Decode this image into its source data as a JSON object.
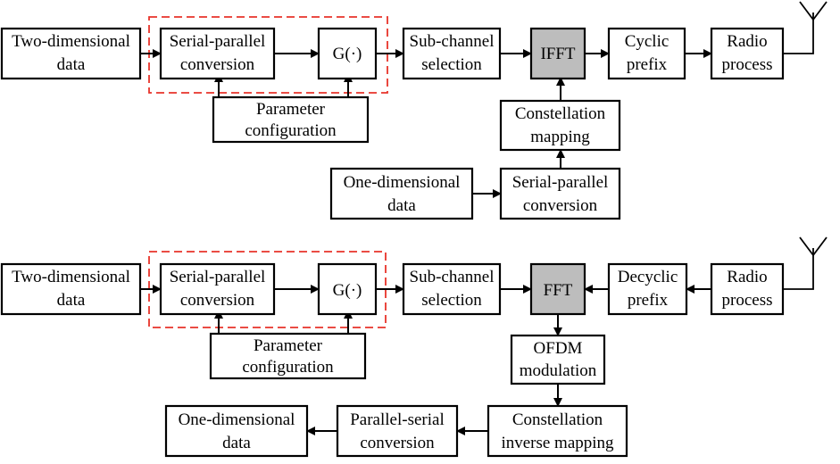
{
  "transmitter": {
    "two_dim_data": [
      "Two-dimensional",
      "data"
    ],
    "serial_parallel": [
      "Serial-parallel",
      "conversion"
    ],
    "g_function": "G(·)",
    "param_config": [
      "Parameter",
      "configuration"
    ],
    "subchannel": [
      "Sub-channel",
      "selection"
    ],
    "ifft": "IFFT",
    "cyclic_prefix": [
      "Cyclic",
      "prefix"
    ],
    "radio_process": [
      "Radio",
      "process"
    ],
    "constellation_mapping": [
      "Constellation",
      "mapping"
    ],
    "one_dim_data": [
      "One-dimensional",
      "data"
    ],
    "serial_parallel_2": [
      "Serial-parallel",
      "conversion"
    ]
  },
  "receiver": {
    "two_dim_data": [
      "Two-dimensional",
      "data"
    ],
    "serial_parallel": [
      "Serial-parallel",
      "conversion"
    ],
    "g_function": "G(·)",
    "param_config": [
      "Parameter",
      "configuration"
    ],
    "subchannel": [
      "Sub-channel",
      "selection"
    ],
    "fft": "FFT",
    "decyclic_prefix": [
      "Decyclic",
      "prefix"
    ],
    "radio_process": [
      "Radio",
      "process"
    ],
    "ofdm_modulation": [
      "OFDM",
      "modulation"
    ],
    "constellation_inverse": [
      "Constellation",
      "inverse mapping"
    ],
    "parallel_serial": [
      "Parallel-serial",
      "conversion"
    ],
    "one_dim_data": [
      "One-dimensional",
      "data"
    ]
  },
  "colors": {
    "highlight_fill": "#bdbdbd",
    "dashed_group": "#e8332a"
  }
}
